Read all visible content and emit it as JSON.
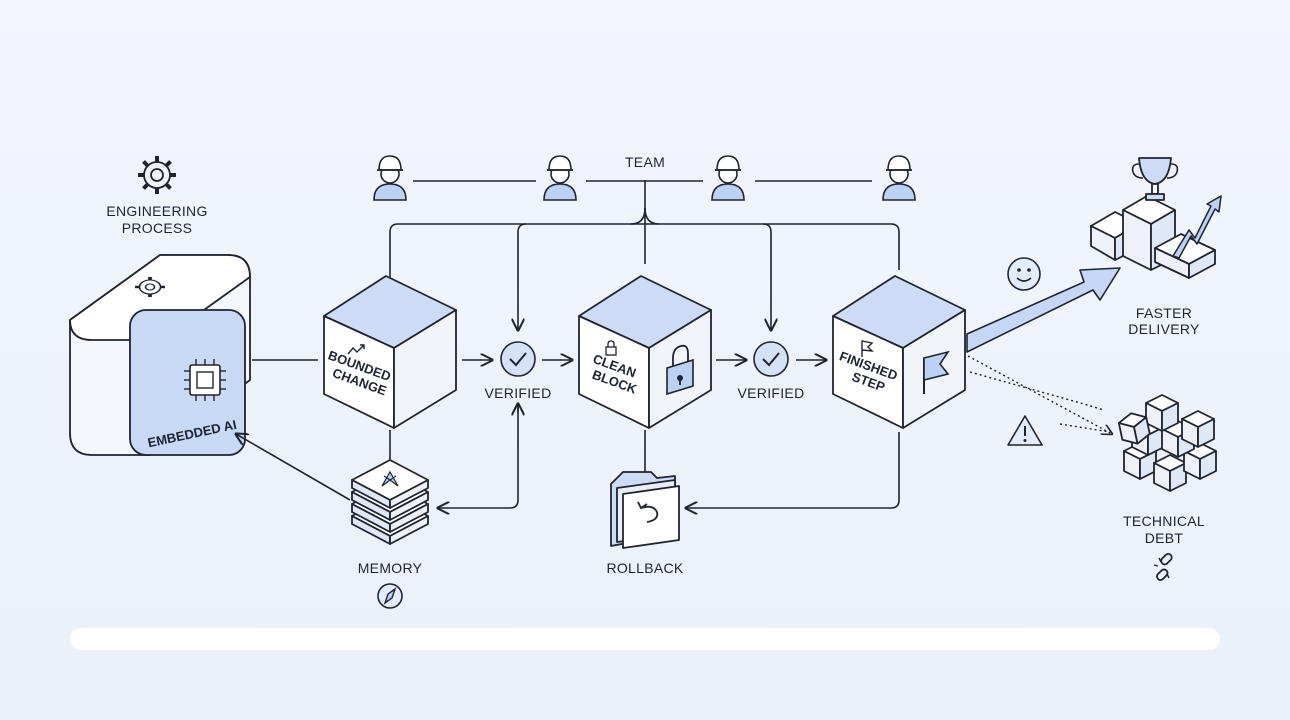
{
  "labels": {
    "engineering_process": [
      "ENGINEERING",
      "PROCESS"
    ],
    "embedded_ai": "EMBEDDED AI",
    "team": "TEAM",
    "bounded_change": [
      "BOUNDED",
      "CHANGE"
    ],
    "verified_1": "VERIFIED",
    "clean_block": [
      "CLEAN",
      "BLOCK"
    ],
    "verified_2": "VERIFIED",
    "finished_step": [
      "FINISHED",
      "STEP"
    ],
    "memory": "MEMORY",
    "rollback": "ROLLBACK",
    "faster_delivery": [
      "FASTER",
      "DELIVERY"
    ],
    "technical_debt": [
      "TECHNICAL",
      "DEBT"
    ]
  },
  "icons": {
    "process": "gear-icon",
    "ai": "chip-icon",
    "team": "worker-helmet-icon",
    "verified": "check-circle-icon",
    "clean_block": "padlock-icon",
    "finished_step": "flag-icon",
    "memory": "compass-icon",
    "rollback": "undo-folder-icon",
    "faster_delivery": "trophy-icon",
    "positive": "smiley-icon",
    "warning": "warning-icon",
    "technical_debt": "broken-link-icon"
  },
  "colors": {
    "accent_blue": "#bcd2f4",
    "outline": "#1f2430",
    "background": "#eef3fb"
  }
}
